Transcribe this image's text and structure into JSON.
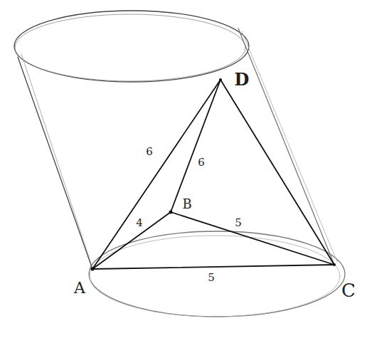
{
  "diagram": {
    "labels": [
      "D",
      "6",
      "6",
      "B",
      "4",
      "5",
      "A",
      "5",
      "C"
    ]
  }
}
